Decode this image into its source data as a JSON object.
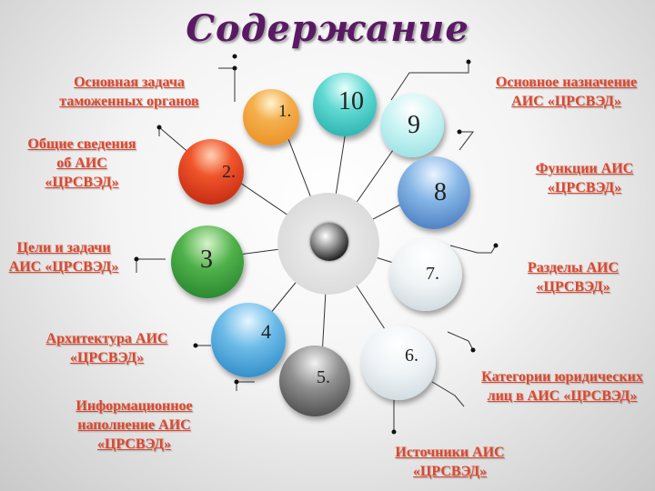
{
  "title": "Содержание",
  "links": {
    "main_task": "Основная задача таможенных органов",
    "general_info": "Общие сведения об АИС «ЦРСВЭД»",
    "goals": "Цели и задачи АИС «ЦРСВЭД»",
    "architecture": "Архитектура АИС «ЦРСВЭД»",
    "info_content": "Информационное наполнение АИС «ЦРСВЭД»",
    "sources": "Источники АИС «ЦРСВЭД»",
    "categories": "Категории юридических лиц в АИС «ЦРСВЭД»",
    "sections": "Разделы АИС «ЦРСВЭД»",
    "functions": "Функции АИС «ЦРСВЭД»",
    "purpose": "Основное назначение АИС «ЦРСВЭД»"
  },
  "balls": {
    "b1": "1.",
    "b2": "2.",
    "b3": "3",
    "b4": "4",
    "b5": "5.",
    "b6": "6.",
    "b7": "7.",
    "b8": "8",
    "b9": "9",
    "b10": "10"
  },
  "colors": {
    "title": "#5a1a63",
    "link": "#e2452a",
    "ball1": "#f0a13a",
    "ball2": "#e23a12",
    "ball3": "#3a9a3a",
    "ball4": "#4aa3d8",
    "ball5": "#6a6a6a",
    "ball6": "#e6eef2",
    "ball7": "#eef2f4",
    "ball8": "#5a8fd0",
    "ball9": "#b8ecef",
    "ball10": "#39c6c0"
  }
}
